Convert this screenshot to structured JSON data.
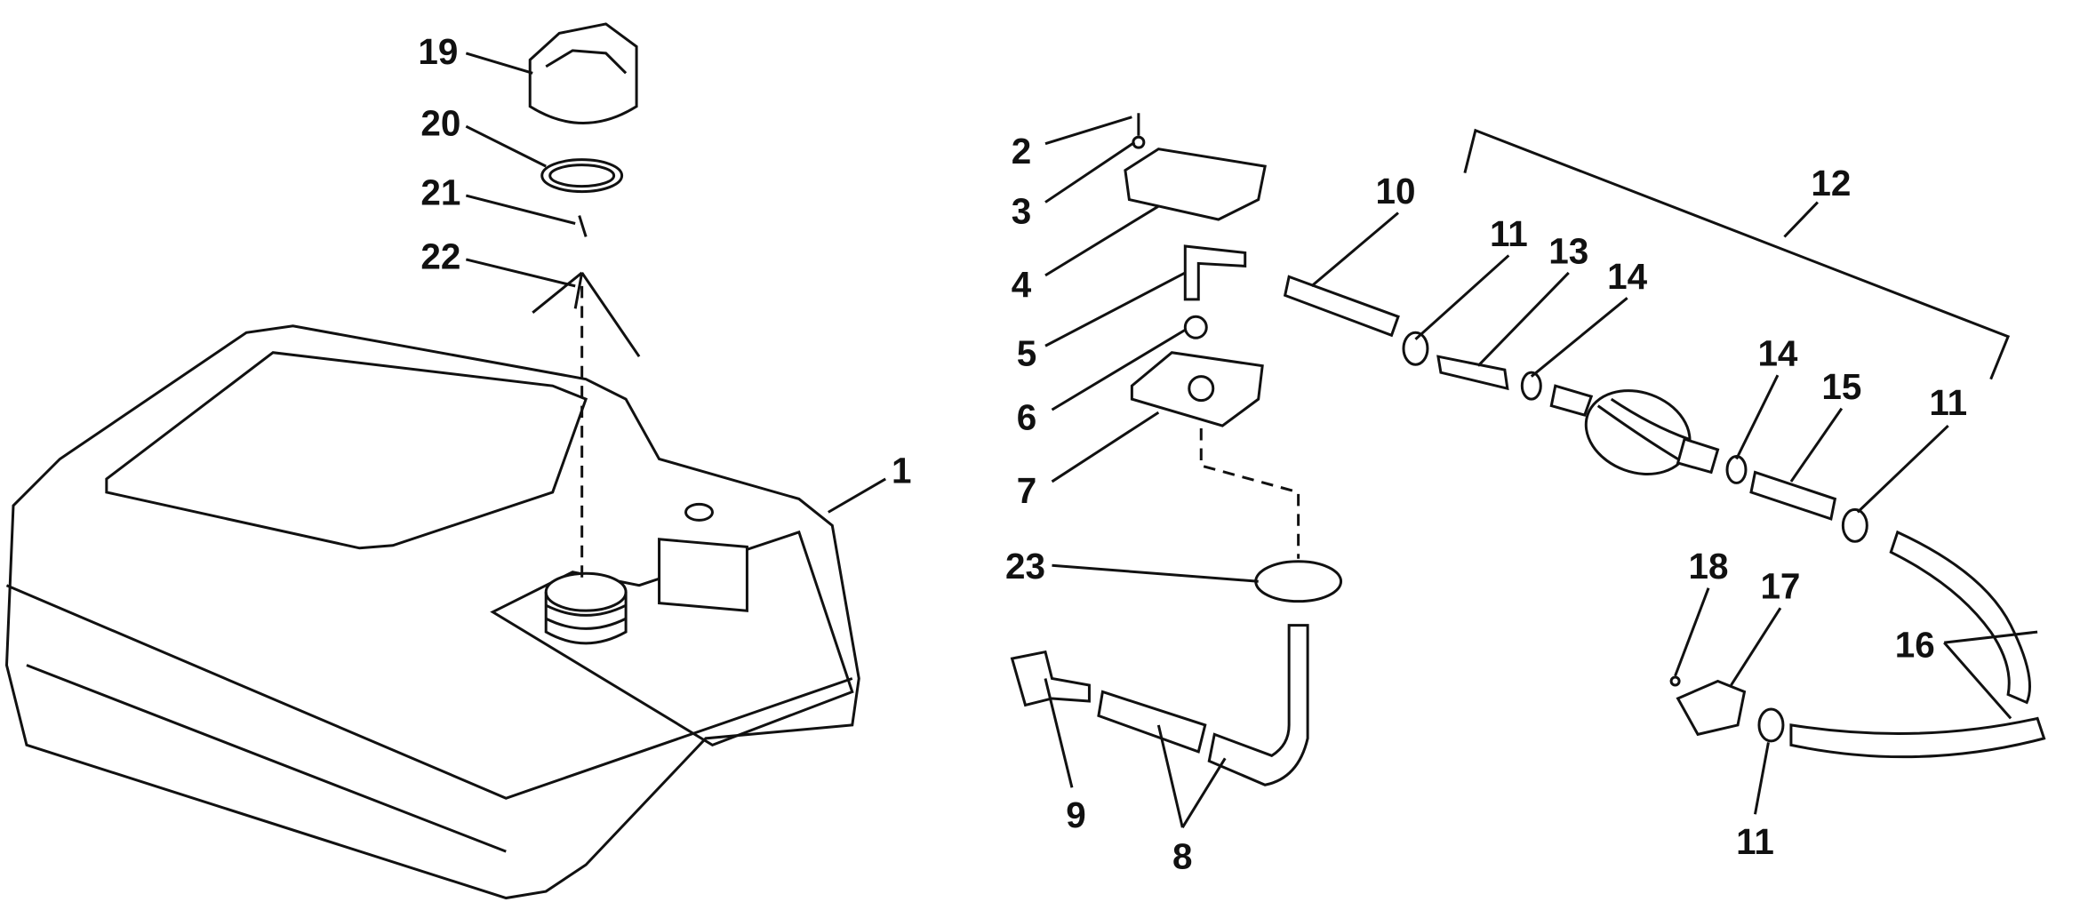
{
  "diagram": {
    "callouts": {
      "c1": "1",
      "c2": "2",
      "c3": "3",
      "c4": "4",
      "c5": "5",
      "c6": "6",
      "c7": "7",
      "c8": "8",
      "c9": "9",
      "c10": "10",
      "c11a": "11",
      "c11b": "11",
      "c11c": "11",
      "c12": "12",
      "c13": "13",
      "c14a": "14",
      "c14b": "14",
      "c15": "15",
      "c16": "16",
      "c17": "17",
      "c18": "18",
      "c19": "19",
      "c20": "20",
      "c21": "21",
      "c22": "22",
      "c23": "23"
    },
    "line_color": "#111111",
    "background": "#ffffff"
  }
}
